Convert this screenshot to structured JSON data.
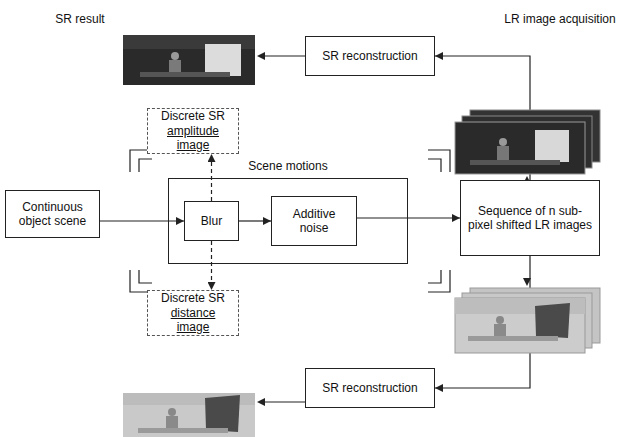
{
  "diagram": {
    "nodes": [
      {
        "text": [
          "SR reconstruction"
        ]
      },
      {
        "text": [
          "Discrete SR",
          "amplitude image"
        ]
      },
      {
        "text": [
          "Continuous object scene"
        ]
      },
      {
        "text": [
          "Scene motions"
        ]
      },
      {
        "text": [
          "Blur"
        ],
        "in": 3
      },
      {
        "text": [
          "Additive noise"
        ],
        "in": 3
      },
      {
        "text": [
          "Sequence of n sub-pixel shifted LR images"
        ]
      },
      {
        "text": [
          "Discrete SR",
          "distance image"
        ]
      },
      {
        "text": [
          "SR reconstruction"
        ]
      }
    ],
    "edges": [
      {
        "from": 2,
        "to": 4,
        "arrow": "to"
      },
      {
        "from": 4,
        "to": 5,
        "arrow": "to"
      },
      {
        "from": 5,
        "to": 6,
        "arrow": "to"
      },
      {
        "from": 6,
        "to": 0,
        "arrow": "to"
      },
      {
        "from": 6,
        "to": 8,
        "arrow": "to"
      },
      {
        "from": 4,
        "to": 1,
        "arrow": "to"
      },
      {
        "from": 4,
        "to": 7,
        "arrow": "to"
      }
    ],
    "labels": [
      "SR result",
      "LR image acquisition"
    ]
  }
}
